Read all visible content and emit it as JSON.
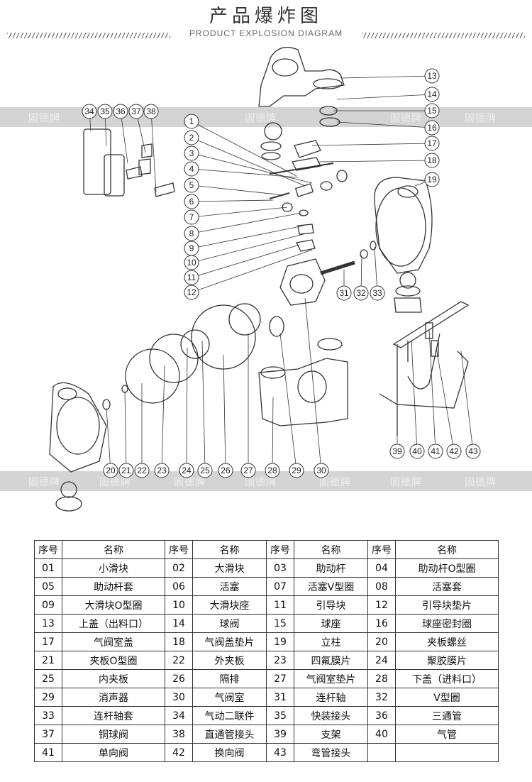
{
  "title": "产品爆炸图",
  "subtitle": "PRODUCT EXPLOSION DIAGRAM",
  "watermark": "固德牌",
  "callouts": [
    "1",
    "2",
    "3",
    "4",
    "5",
    "6",
    "7",
    "8",
    "9",
    "10",
    "11",
    "12",
    "13",
    "14",
    "15",
    "16",
    "17",
    "18",
    "19",
    "20",
    "21",
    "22",
    "23",
    "24",
    "25",
    "26",
    "27",
    "28",
    "29",
    "30",
    "31",
    "32",
    "33",
    "34",
    "35",
    "36",
    "37",
    "38",
    "39",
    "40",
    "41",
    "42",
    "43"
  ],
  "table": {
    "header": [
      "序号",
      "名称",
      "序号",
      "名称",
      "序号",
      "名称",
      "序号",
      "名称"
    ],
    "rows": [
      [
        "01",
        "小滑块",
        "02",
        "大滑块",
        "03",
        "助动杆",
        "04",
        "助动杆O型圈"
      ],
      [
        "05",
        "助动杆套",
        "06",
        "活塞",
        "07",
        "活塞V型圈",
        "08",
        "活塞套"
      ],
      [
        "09",
        "大滑块O型圈",
        "10",
        "大滑块座",
        "11",
        "引导块",
        "12",
        "引导块垫片"
      ],
      [
        "13",
        "上盖（出料口）",
        "14",
        "球阀",
        "15",
        "球座",
        "16",
        "球座密封圈"
      ],
      [
        "17",
        "气阀室盖",
        "18",
        "气阀盖垫片",
        "19",
        "立柱",
        "20",
        "夹板螺丝"
      ],
      [
        "21",
        "夹板O型圈",
        "22",
        "外夹板",
        "23",
        "四氟膜片",
        "24",
        "聚胶膜片"
      ],
      [
        "25",
        "内夹板",
        "26",
        "隔排",
        "27",
        "气阀室垫片",
        "28",
        "下盖（进料口）"
      ],
      [
        "29",
        "消声器",
        "30",
        "气阀室",
        "31",
        "连杆轴",
        "32",
        "V型圈"
      ],
      [
        "33",
        "连杆轴套",
        "34",
        "气动二联件",
        "35",
        "快装接头",
        "36",
        "三通管"
      ],
      [
        "37",
        "铜球阀",
        "38",
        "直通管接头",
        "39",
        "支架",
        "40",
        "气管"
      ],
      [
        "41",
        "单向阀",
        "42",
        "换向阀",
        "43",
        "弯管接头",
        "",
        ""
      ]
    ]
  },
  "colors": {
    "band": "#d4d4d4",
    "line": "#333333",
    "watermark": "#eeeeee"
  }
}
